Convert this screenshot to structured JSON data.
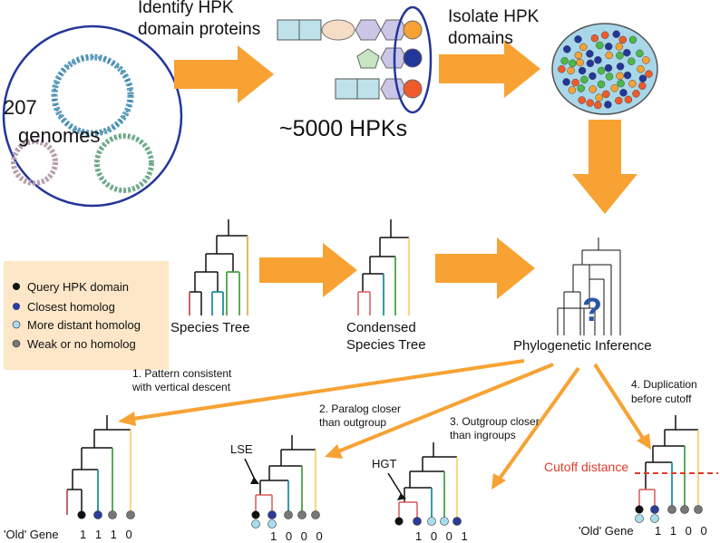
{
  "labels": {
    "identify_line1": "Identify HPK",
    "identify_line2": "domain proteins",
    "isolate_line1": "Isolate HPK",
    "isolate_line2": "domains",
    "genomes_number": "207",
    "genomes_word": "genomes",
    "hpk_count": "~5000 HPKs",
    "species_tree": "Species Tree",
    "condensed_line1": "Condensed",
    "condensed_line2": "Species Tree",
    "phylo_inference": "Phylogenetic Inference",
    "question_mark": "?"
  },
  "legend": [
    {
      "label": "Query HPK domain",
      "color": "#111111"
    },
    {
      "label": "Closest homolog",
      "color": "#2b3d9a"
    },
    {
      "label": "More distant homolog",
      "color": "#a8ddf0"
    },
    {
      "label": "Weak or no homolog",
      "color": "#777777"
    }
  ],
  "outcomes": [
    {
      "line1": "1. Pattern consistent",
      "line2": "with vertical descent",
      "pattern": "1 1 1 0",
      "gene_label": "'Old' Gene"
    },
    {
      "line1": "2. Paralog closer",
      "line2": "than outgroup",
      "tag": "LSE",
      "pattern": "1 0 0 0"
    },
    {
      "line1": "3. Outgroup closer",
      "line2": "than ingroups",
      "tag": "HGT",
      "pattern": "1 0 0 1"
    },
    {
      "line1": "4. Duplication",
      "line2": "before cutoff",
      "cutoff": "Cutoff distance",
      "pattern": "1 1 0 0",
      "gene_label": "'Old' Gene"
    }
  ],
  "colors": {
    "arrow": "#f7a233",
    "circle_stroke": "#23369a",
    "legend_bg": "#fde7c8",
    "tree_red": "#d85a5a",
    "tree_teal": "#1e9fb4",
    "tree_green": "#4cb84a",
    "tree_yellow": "#f4cc55",
    "cutoff_red": "#e23a2a",
    "question_blue": "#2c56a5"
  }
}
